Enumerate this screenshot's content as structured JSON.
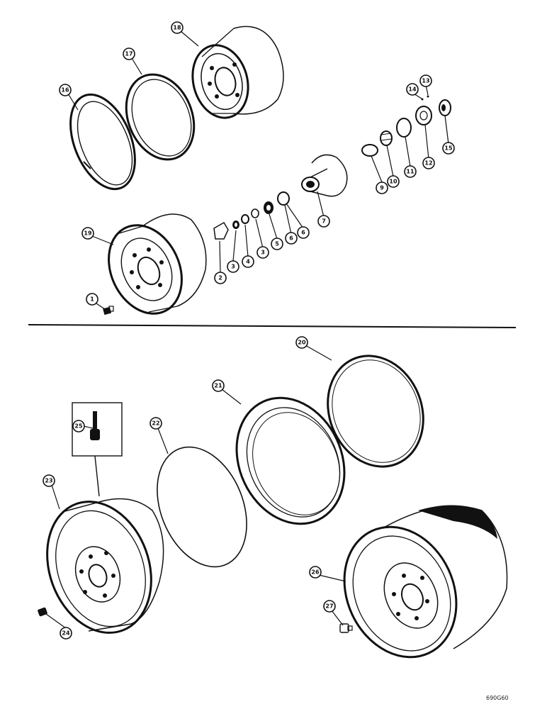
{
  "diagram": {
    "callouts": [
      {
        "id": "c1",
        "label": "1"
      },
      {
        "id": "c2",
        "label": "2"
      },
      {
        "id": "c3a",
        "label": "3"
      },
      {
        "id": "c4",
        "label": "4"
      },
      {
        "id": "c3b",
        "label": "3"
      },
      {
        "id": "c5",
        "label": "5"
      },
      {
        "id": "c6a",
        "label": "6"
      },
      {
        "id": "c6b",
        "label": "6"
      },
      {
        "id": "c7",
        "label": "7"
      },
      {
        "id": "c9",
        "label": "9"
      },
      {
        "id": "c10",
        "label": "10"
      },
      {
        "id": "c11",
        "label": "11"
      },
      {
        "id": "c12",
        "label": "12"
      },
      {
        "id": "c13",
        "label": "13"
      },
      {
        "id": "c14",
        "label": "14"
      },
      {
        "id": "c15",
        "label": "15"
      },
      {
        "id": "c16",
        "label": "16"
      },
      {
        "id": "c17",
        "label": "17"
      },
      {
        "id": "c18",
        "label": "18"
      },
      {
        "id": "c19",
        "label": "19"
      },
      {
        "id": "c20",
        "label": "20"
      },
      {
        "id": "c21",
        "label": "21"
      },
      {
        "id": "c22",
        "label": "22"
      },
      {
        "id": "c23",
        "label": "23"
      },
      {
        "id": "c24",
        "label": "24"
      },
      {
        "id": "c25",
        "label": "25"
      },
      {
        "id": "c26",
        "label": "26"
      },
      {
        "id": "c27",
        "label": "27"
      }
    ],
    "figure_code": "690G60"
  }
}
